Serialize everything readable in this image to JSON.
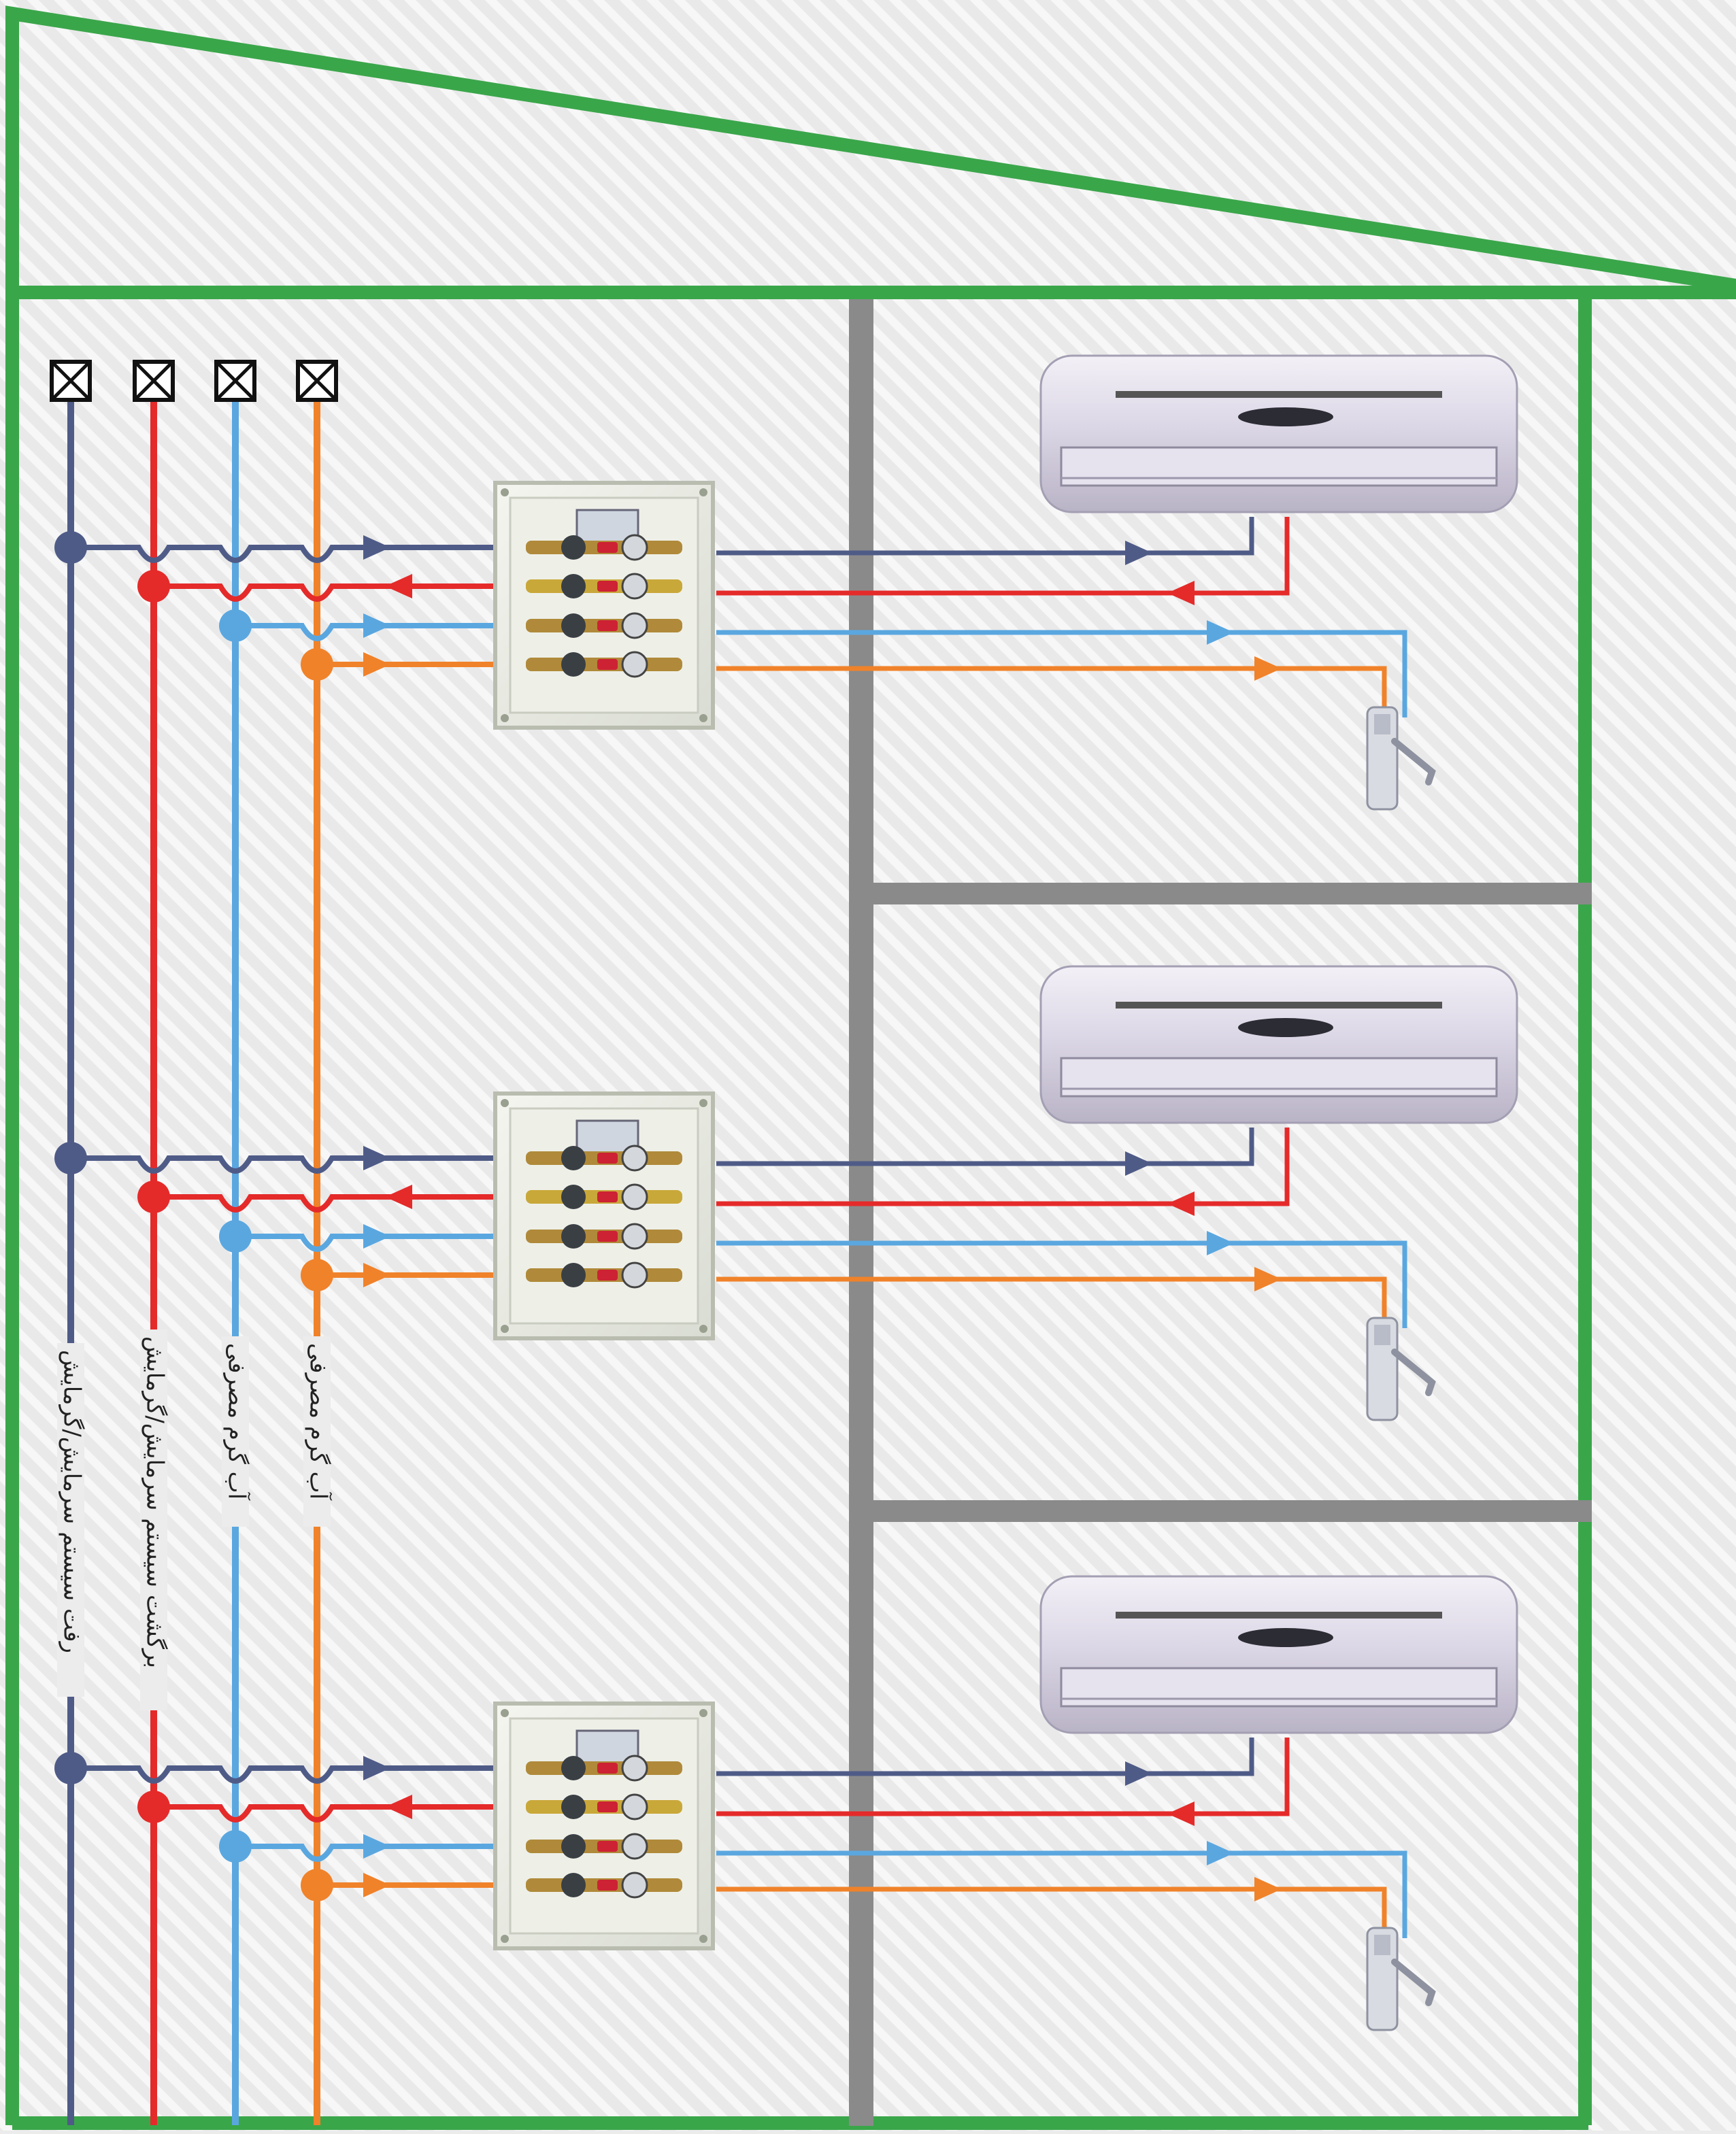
{
  "colors": {
    "background": "#e9e9e9",
    "hatch": "#ffffff",
    "building_outline": "#3aa64a",
    "wall": "#8a8a8a",
    "supply_heating_cooling": "#4f5b87",
    "return_heating_cooling": "#e52a2a",
    "cold_water": "#5aa7e0",
    "hot_water": "#f0822a"
  },
  "legend": {
    "supply_label": "رفت سیستم سرمایش/گرمایش",
    "return_label": "برگشت سیستم سرمایش/گرمایش",
    "cold_water_label": "آب گرم مصرفی",
    "hot_water_label": "آب گرم مصرفی"
  },
  "floors": [
    {
      "unit_icon": "air-conditioner-icon",
      "manifold_icon": "meter-manifold-icon",
      "fixture_icon": "faucet-icon"
    },
    {
      "unit_icon": "air-conditioner-icon",
      "manifold_icon": "meter-manifold-icon",
      "fixture_icon": "faucet-icon"
    },
    {
      "unit_icon": "air-conditioner-icon",
      "manifold_icon": "meter-manifold-icon",
      "fixture_icon": "faucet-icon"
    }
  ],
  "riser_top_symbols": [
    "valve-icon",
    "valve-icon",
    "valve-icon",
    "valve-icon"
  ]
}
